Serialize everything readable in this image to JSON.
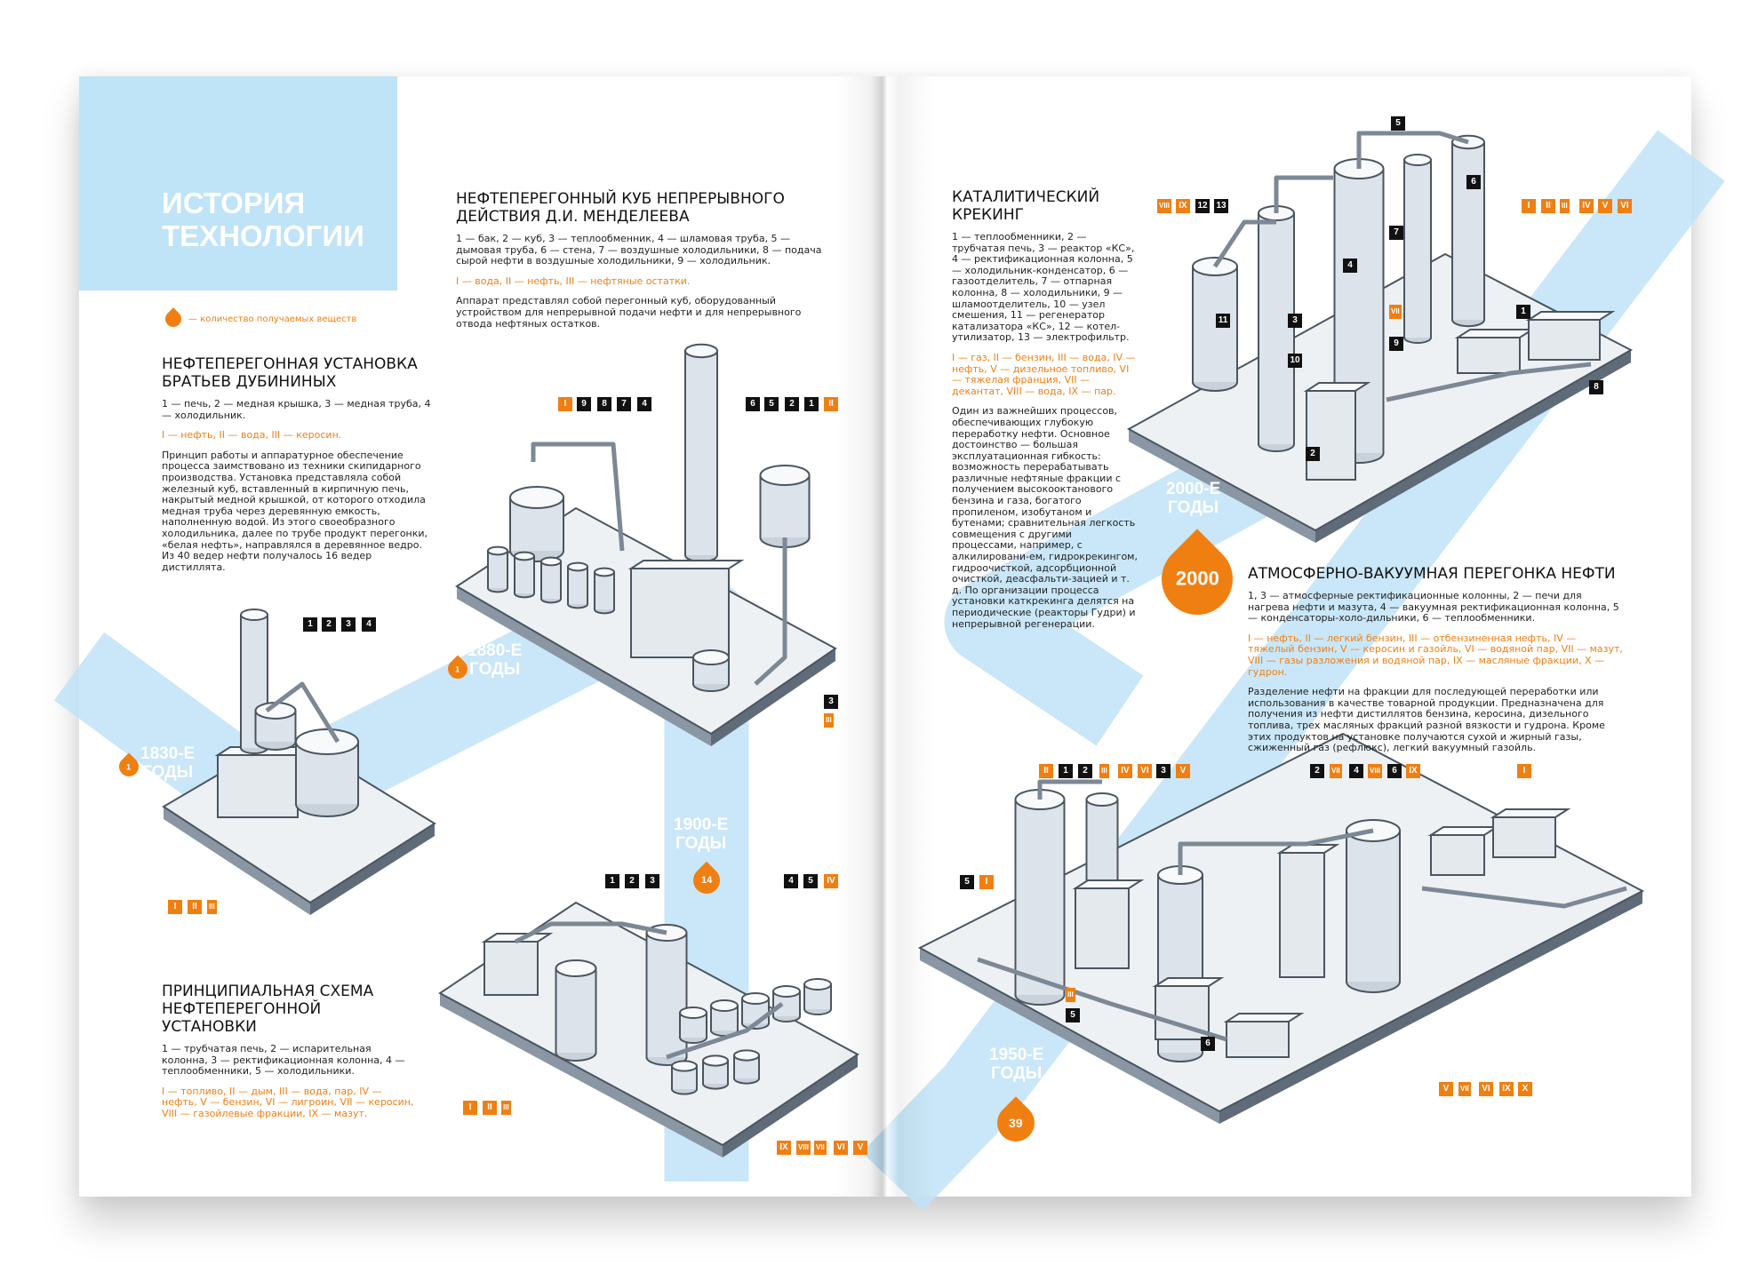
{
  "header": {
    "title": "ИСТОРИЯ\nТЕХНОЛОГИИ"
  },
  "legend": {
    "text": "— количество получаемых веществ"
  },
  "sections": {
    "dubinin": {
      "title": "НЕФТЕПЕРЕГОННАЯ УСТАНОВКА\nБРАТЬЕВ ДУБИНИНЫХ",
      "components": "1 — печь, 2 — медная крышка, 3 — медная труба, 4 — холодильник.",
      "streams": "I — нефть,  II — вода, III — керосин.",
      "description": "Принцип работы и аппаратурное обеспечение процесса заимствовано из техники скипидарного производства. Установка представляла собой железный куб, вставленный в кирпичную печь, накрытый медной крышкой, от которого отходила медная труба через деревянную емкость, наполненную водой. Из этого своеобразного холодильника, далее по трубе продукт перегонки, «белая нефть», направлялся в деревянное ведро. Из 40 ведер нефти получалось 16 ведер дистиллята."
    },
    "mendeleev": {
      "title": "НЕФТЕПЕРЕГОННЫЙ КУБ НЕПРЕРЫВНОГО\nДЕЙСТВИЯ Д.И. МЕНДЕЛЕЕВА",
      "components": "1 — бак, 2 — куб, 3 — теплообменник, 4 — шламовая труба, 5 — дымовая труба, 6 — стена, 7 — воздушные холодильники, 8 — подача сырой нефти в воздушные холодильники, 9 — холодильник.",
      "streams": "I — вода, II — нефть, III — нефтяные остатки.",
      "description": "Аппарат представлял собой перегонный куб, оборудованный устройством для непрерывной подачи нефти и для непрерывного отвода нефтяных остатков."
    },
    "principal": {
      "title": "ПРИНЦИПИАЛЬНАЯ СХЕМА\nНЕФТЕПЕРЕГОННОЙ УСТАНОВКИ",
      "components": "1 — трубчатая печь, 2 — испарительная колонна, 3 — ректификационная колонна, 4 — теплообменники, 5 — холодильники.",
      "streams": "I — топливо, II — дым, III — вода, пар, IV — нефть, V — бензин, VI — лигроин, VII — керосин, VIII — газойлевые фракции, IX — мазут."
    },
    "cracking": {
      "title": "КАТАЛИТИЧЕСКИЙ\nКРЕКИНГ",
      "components": "1 — теплообменники, 2 — трубчатая печь, 3 — реактор «КС», 4 — ректификационная колонна, 5 — холодильник-конденсатор, 6 — газоотделитель, 7 — отпарная колонна, 8 — холодильники, 9 — шламоотделитель, 10 — узел смешения, 11 — регенератор катализатора «КС», 12 — котел-утилизатор, 13 —  электрофильтр.",
      "streams": "I — газ, II — бензин, III — вода, IV — нефть, V — дизельное топливо, VI — тяжелая франция, VII — декантат, VIII — вода, IX — пар.",
      "description": "Один из важнейших процессов, обеспечивающих глубокую переработку нефти. Основное достоинство — большая эксплуатационная гибкость: возможность перерабатывать различные нефтяные фракции с получением высокооктанового бензина и газа, богатого пропиленом, изобутаном и бутенами; сравнительная легкость совмещения с другими процессами, например, с алкилировани-ем, гидрокрекингом, гидроочисткой, адсорбционной очисткой, деасфальти-зацией и т. д. По организации процесса установки каткрекинга делятся на периодические (реакторы Гудри) и непрерывной регенерации."
    },
    "avp": {
      "title": "АТМОСФЕРНО-ВАКУУМНАЯ ПЕРЕГОНКА НЕФТИ",
      "components": "1, 3 — атмосферные ректификационные колонны, 2 — печи для нагрева нефти и мазута, 4 — вакуумная ректификационная колонна, 5 — конденсаторы-холо-дильники, 6 — теплообменники.",
      "streams": "I — нефть, II — легкий бензин, III — отбензиненная нефть, IV — тяжелый бензин, V — керосин и газойль, VI — водяной пар, VII — мазут, VIII — газы разложения и водяной пар, IX — масляные фракции, X — гудрон.",
      "description": "Разделение нефти на фракции для последующей переработки или использования в качестве товарной продукции. Предназначена для получения из нефти дистиллятов бензина, керосина, дизельного топлива, трех масляных фракций разной вязкости и гудрона. Кроме этих продуктов на установке получаются сухой и жирный газы, сжиженный газ (рефлюкс), легкий вакуумный газойль."
    }
  },
  "timeline": [
    {
      "label": "1830-Е\nГОДЫ",
      "count": "1"
    },
    {
      "label": "1880-Е\nГОДЫ",
      "count": "1"
    },
    {
      "label": "1900-Е\nГОДЫ",
      "count": "14"
    },
    {
      "label": "1950-Е\nГОДЫ",
      "count": "39"
    },
    {
      "label": "2000-Е\nГОДЫ",
      "count": "2000"
    }
  ],
  "tags": {
    "dubinin": [
      "1",
      "2",
      "3",
      "4",
      "I",
      "II",
      "III"
    ],
    "mendeleev": [
      "I",
      "9",
      "8",
      "7",
      "4",
      "6",
      "5",
      "2",
      "1",
      "II",
      "3",
      "III"
    ],
    "principal": [
      "1",
      "2",
      "3",
      "4",
      "5",
      "IV",
      "I",
      "II",
      "III",
      "IX",
      "VIII",
      "VII",
      "VI",
      "V"
    ],
    "cracking": [
      "VIII",
      "IX",
      "12",
      "13",
      "5",
      "6",
      "I",
      "II",
      "III",
      "IV",
      "V",
      "VI",
      "7",
      "4",
      "11",
      "3",
      "VII",
      "1",
      "9",
      "10",
      "8",
      "2"
    ],
    "avp": [
      "II",
      "1",
      "2",
      "III",
      "IV",
      "VI",
      "3",
      "V",
      "2",
      "VII",
      "4",
      "VIII",
      "6",
      "IX",
      "I",
      "5",
      "I",
      "III",
      "5",
      "6",
      "V",
      "VII",
      "VI",
      "IX",
      "X"
    ]
  },
  "colors": {
    "accent": "#f07f12",
    "band": "#bfe3f7",
    "tag": "#111111"
  }
}
